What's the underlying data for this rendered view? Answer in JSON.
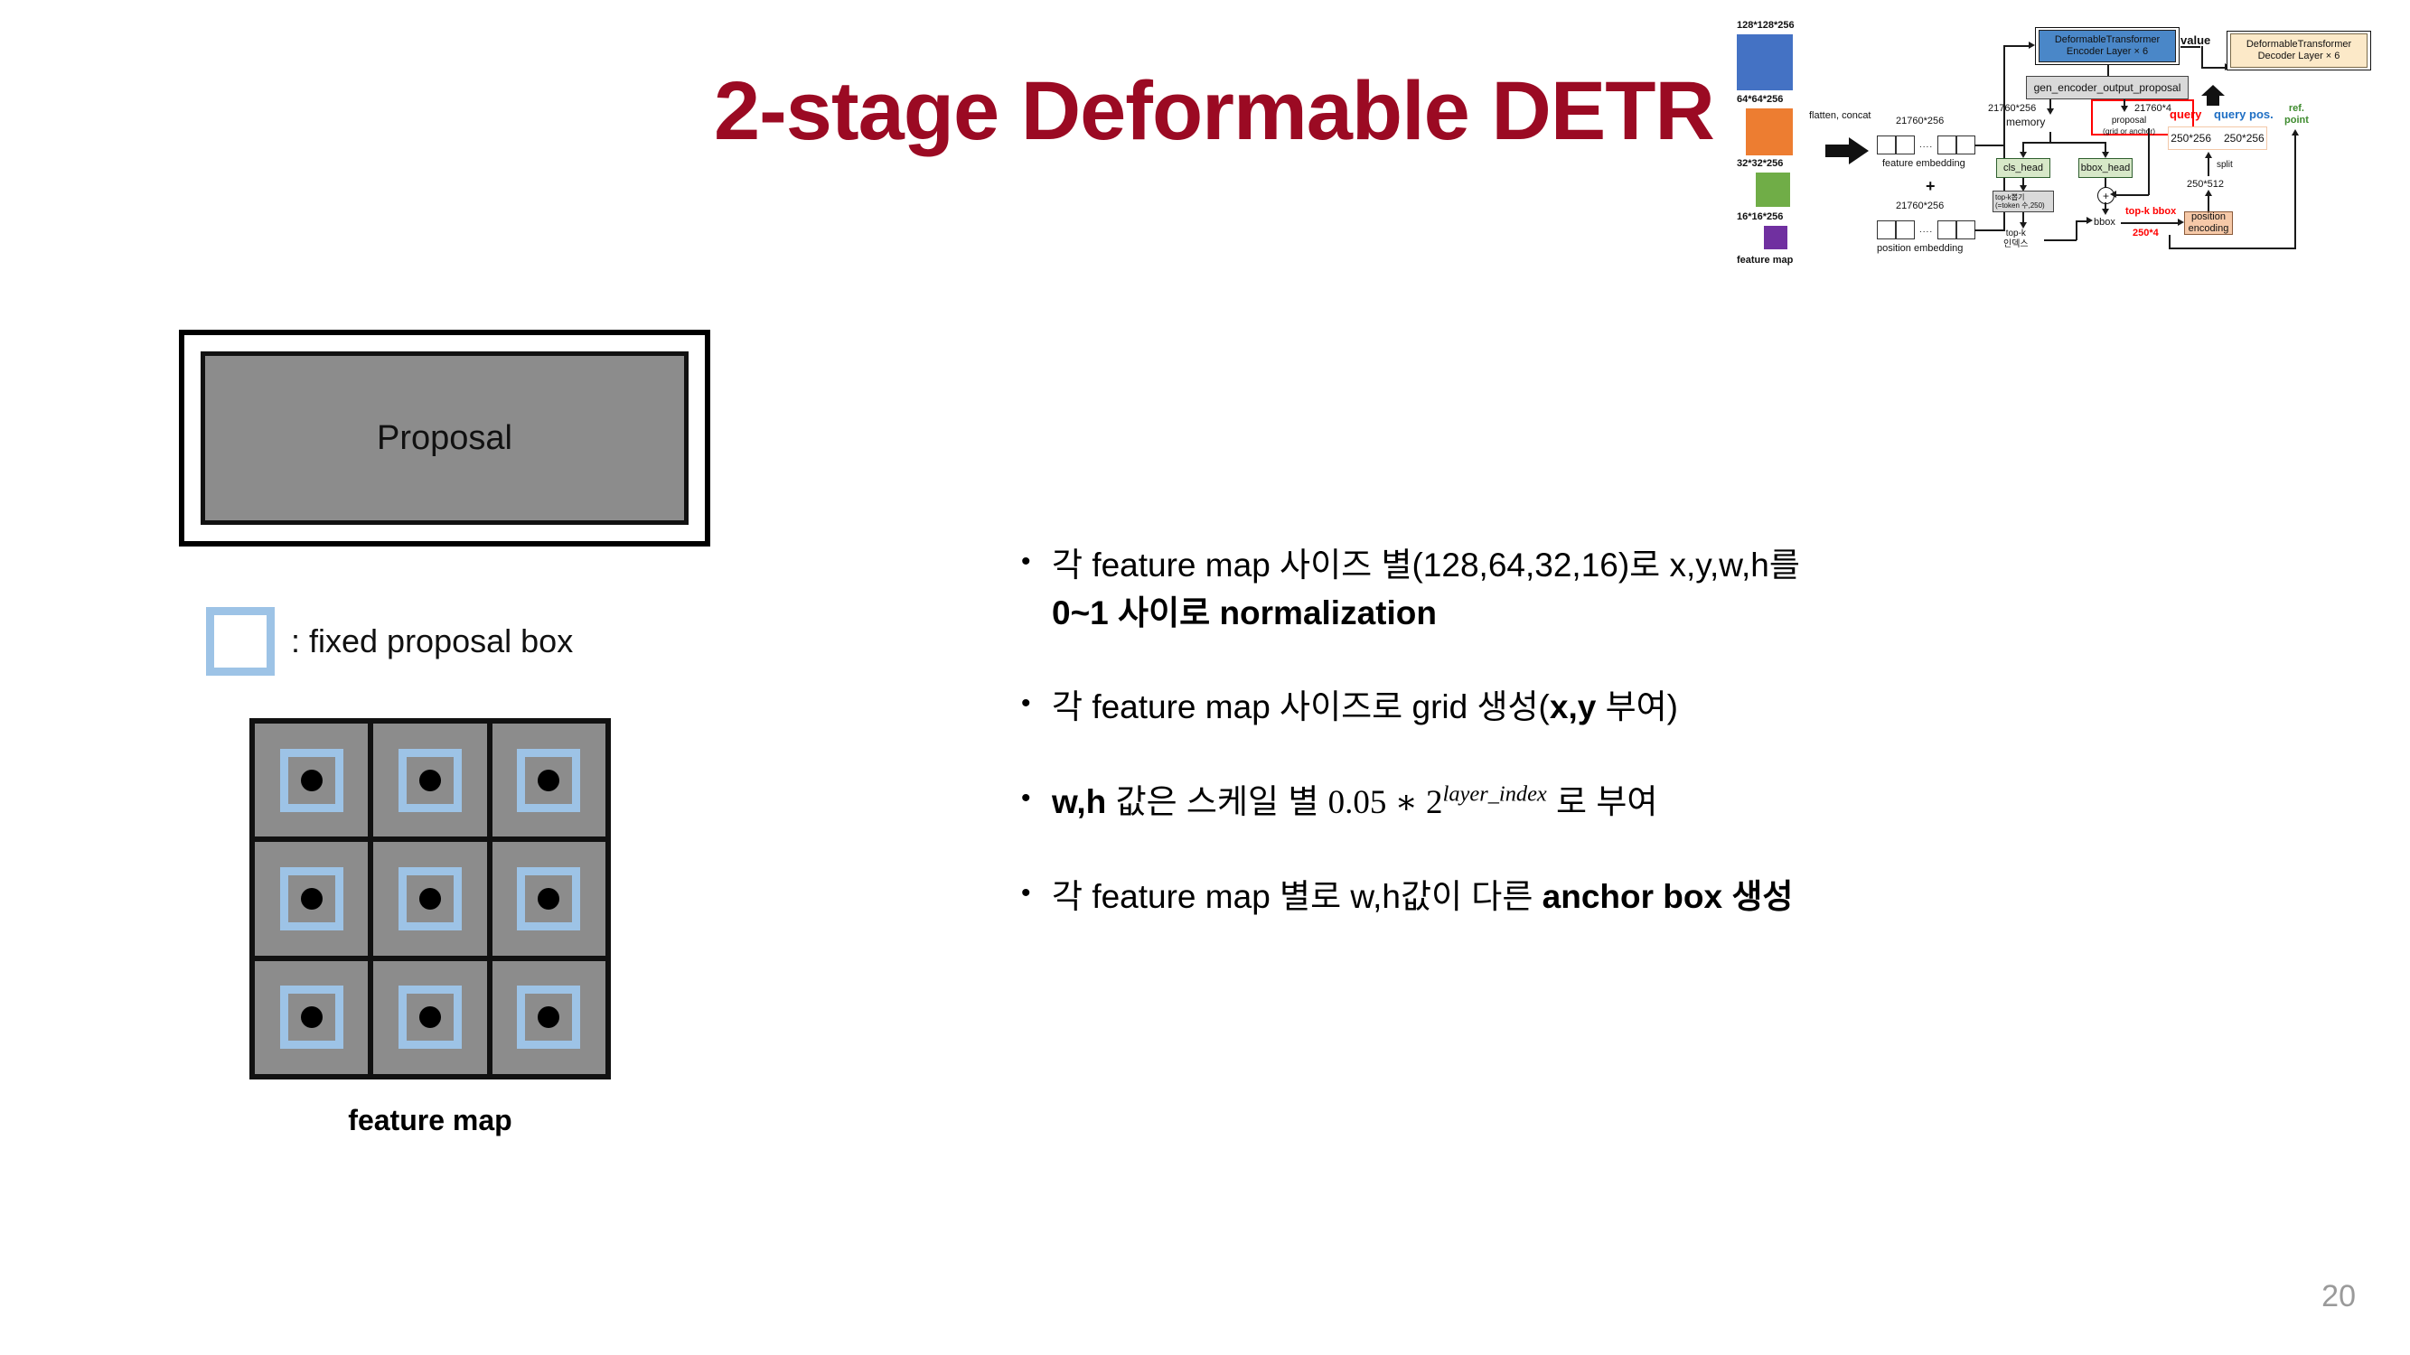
{
  "slide": {
    "title": "2-stage Deformable DETR",
    "title_color": "#9B0A23",
    "page_number": "20"
  },
  "proposal": {
    "label": "Proposal"
  },
  "legend": {
    "text": ": fixed proposal box",
    "swatch_color": "#9DC3E6"
  },
  "feature_map": {
    "caption": "feature map",
    "grid_rows": 3,
    "grid_cols": 3,
    "cell_color": "#8c8c8c",
    "anchor_color": "#9DC3E6"
  },
  "bullets": [
    {
      "marker": "•",
      "parts": [
        {
          "text": "각 feature map 사이즈 별(128,64,32,16)로 x,y,w,h를",
          "bold": false
        },
        {
          "text": "0~1 사이로 normalization",
          "bold": true,
          "newline": true
        }
      ]
    },
    {
      "marker": "•",
      "parts": [
        {
          "text": "각 feature map 사이즈로 grid 생성(",
          "bold": false
        },
        {
          "text": "x,y",
          "bold": true
        },
        {
          "text": " 부여)",
          "bold": false
        }
      ]
    },
    {
      "marker": "•",
      "parts": [
        {
          "text": "w,h",
          "bold": true
        },
        {
          "text": " 값은 스케일 별 ",
          "bold": false
        },
        {
          "text": "0.05 ∗ 2",
          "math": true
        },
        {
          "text": "layer_index",
          "superscript": true
        },
        {
          "text": " 로 부여",
          "bold": false
        }
      ]
    },
    {
      "marker": "•",
      "parts": [
        {
          "text": "각 feature map 별로 w,h값이 다른 ",
          "bold": false
        },
        {
          "text": "anchor box 생성",
          "bold": true
        }
      ]
    }
  ],
  "diagram": {
    "feature_maps": [
      {
        "size_label": "128*128*256",
        "color": "#4472C4"
      },
      {
        "size_label": "64*64*256",
        "color": "#ED7D31"
      },
      {
        "size_label": "32*32*256",
        "color": "#70AD47"
      },
      {
        "size_label": "16*16*256",
        "color": "#7030A0"
      }
    ],
    "feature_map_caption": "feature map",
    "flatten_label": "flatten, concat",
    "feature_embedding": {
      "dim": "21760*256",
      "caption": "feature embedding"
    },
    "plus_symbol": "+",
    "position_embedding": {
      "dim": "21760*256",
      "caption": "position embedding"
    },
    "encoder": {
      "line1": "DeformableTransformer",
      "line2": "Encoder Layer × 6"
    },
    "gen_proposal": "gen_encoder_output_proposal",
    "memory": {
      "dim": "21760*256",
      "caption": "memory"
    },
    "proposal": {
      "dim": "21760*4",
      "line1": "proposal",
      "line2": "(grid or anchor)"
    },
    "cls_head": "cls_head",
    "bbox_head": "bbox_head",
    "topk_box": {
      "line1": "top-k뽑기",
      "line2": "(=token 수,250)"
    },
    "topk_index": {
      "line1": "top-k",
      "line2": "인덱스"
    },
    "bbox_label": "bbox",
    "topk_bbox_label": "top-k bbox",
    "topk_bbox_dim": "250*4",
    "position_encoding": {
      "line1": "position",
      "line2": "encoding"
    },
    "split_dim": "250*512",
    "split_label": "split",
    "query_dims": [
      "250*256",
      "250*256"
    ],
    "value_label": "value",
    "query_label": "query",
    "query_pos_label": "query pos.",
    "ref_point_label": {
      "line1": "ref.",
      "line2": "point"
    },
    "decoder": {
      "line1": "DeformableTransformer",
      "line2": "Decoder Layer × 6"
    },
    "colors": {
      "query": "#FF0000",
      "query_pos": "#1F6FC4",
      "ref_point": "#3E8B2E",
      "encoder_fill": "#4A87C8",
      "decoder_fill": "#FCE9C8",
      "head_fill": "#D7E8C8",
      "posenc_fill": "#F6C9A8",
      "grey_fill": "#D9D9D9"
    }
  }
}
